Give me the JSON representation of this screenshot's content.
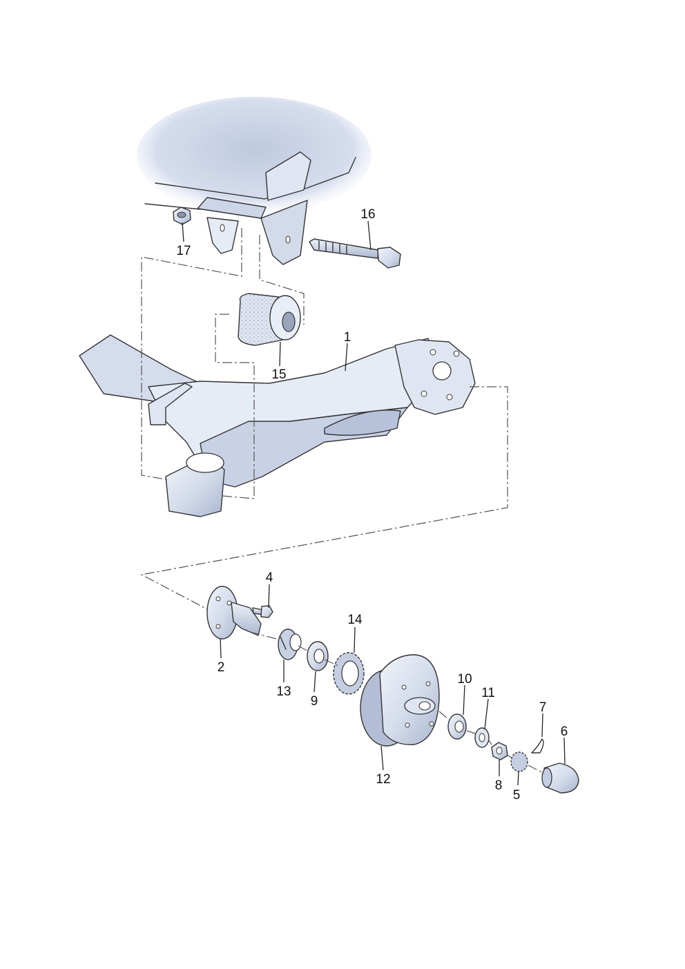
{
  "callouts": {
    "c1": "1",
    "c2": "2",
    "c4": "4",
    "c5": "5",
    "c6": "6",
    "c7": "7",
    "c8": "8",
    "c9": "9",
    "c10": "10",
    "c11": "11",
    "c12": "12",
    "c13": "13",
    "c14": "14",
    "c15": "15",
    "c16": "16",
    "c17": "17"
  },
  "colors": {
    "part_fill": "#e6ecf6",
    "part_shade": "#b7c2da",
    "body_fill": "#d6dded",
    "body_glow": "#c2cde0",
    "outline": "#333333"
  }
}
